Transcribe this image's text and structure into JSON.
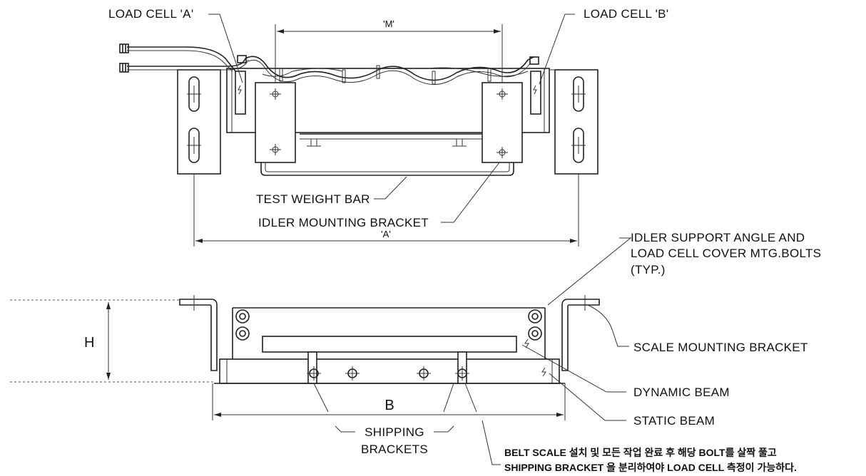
{
  "labels": {
    "load_cell_a": "LOAD CELL 'A'",
    "load_cell_b": "LOAD CELL 'B'",
    "dim_m": "'M'",
    "dim_a": "'A'",
    "test_weight_bar": "TEST WEIGHT BAR",
    "idler_mounting_bracket": "IDLER MOUNTING BRACKET",
    "idler_support_line1": "IDLER SUPPORT ANGLE AND",
    "idler_support_line2": "LOAD CELL COVER MTG.BOLTS",
    "idler_support_line3": "(TYP.)",
    "dim_h": "H",
    "scale_mounting_bracket": "SCALE MOUNTING BRACKET",
    "dynamic_beam": "DYNAMIC BEAM",
    "static_beam": "STATIC BEAM",
    "dim_b": "B",
    "shipping_line1": "SHIPPING",
    "shipping_line2": "BRACKETS",
    "note_line1": "BELT SCALE 설치 및 모든 작업 완료 후 해당 BOLT를 살짝 풀고",
    "note_line2": "SHIPPING BRACKET 을 분리하여야 LOAD CELL 측정이 가능하다."
  }
}
